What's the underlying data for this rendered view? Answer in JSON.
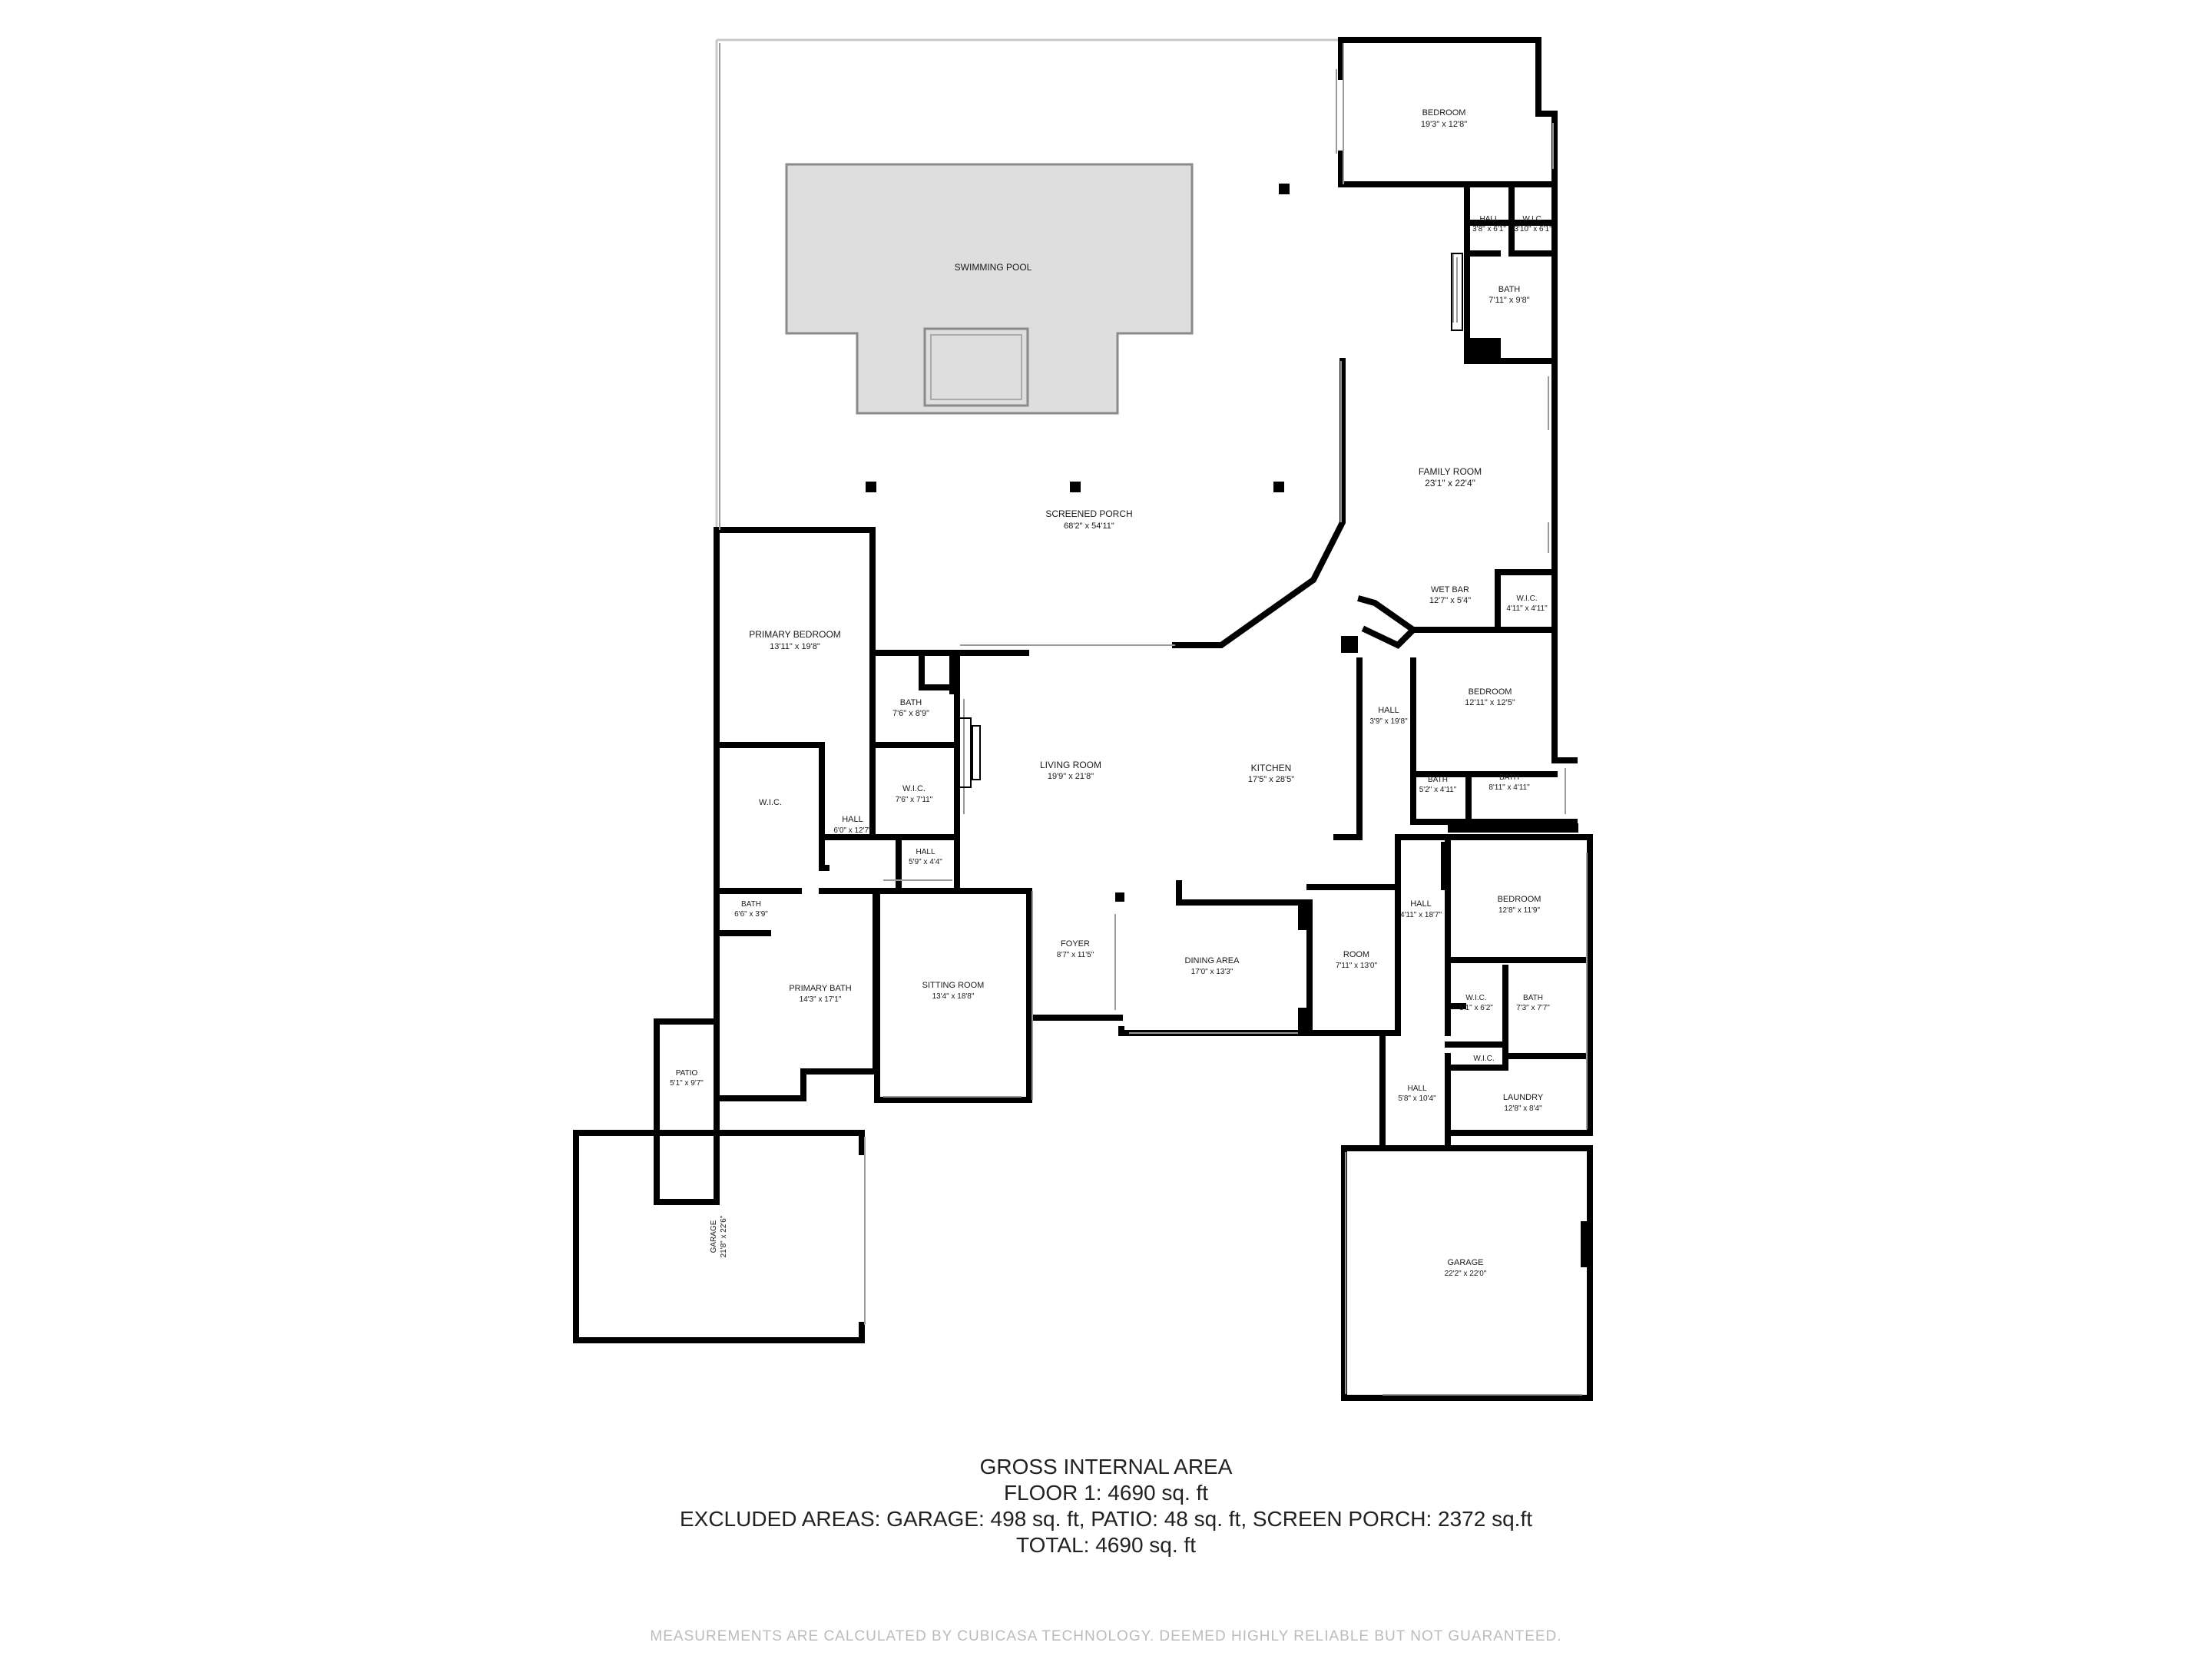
{
  "rooms": [
    {
      "id": "bedroom-ne",
      "name": "BEDROOM",
      "dims": "19'3\" x 12'8\""
    },
    {
      "id": "hall-ne",
      "name": "HALL",
      "dims": "3'8\" x 6'1\""
    },
    {
      "id": "wic-ne",
      "name": "W.I.C.",
      "dims": "3'10\" x 6'1\""
    },
    {
      "id": "bath-ne",
      "name": "BATH",
      "dims": "7'11\" x 9'8\""
    },
    {
      "id": "swimming-pool",
      "name": "SWIMMING POOL",
      "dims": ""
    },
    {
      "id": "family-room",
      "name": "FAMILY ROOM",
      "dims": "23'1\" x 22'4\""
    },
    {
      "id": "screened-porch",
      "name": "SCREENED PORCH",
      "dims": "68'2\" x 54'11\""
    },
    {
      "id": "wet-bar",
      "name": "WET BAR",
      "dims": "12'7\" x 5'4\""
    },
    {
      "id": "wic-wetbar",
      "name": "W.I.C.",
      "dims": "4'11\" x 4'11\""
    },
    {
      "id": "primary-bedroom",
      "name": "PRIMARY BEDROOM",
      "dims": "13'11\" x 19'8\""
    },
    {
      "id": "bath-primary-upper",
      "name": "BATH",
      "dims": "7'6\" x 8'9\""
    },
    {
      "id": "bedroom-east",
      "name": "BEDROOM",
      "dims": "12'11\" x 12'5\""
    },
    {
      "id": "hall-east",
      "name": "HALL",
      "dims": "3'9\" x 19'8\""
    },
    {
      "id": "living-room",
      "name": "LIVING ROOM",
      "dims": "19'9\" x 21'8\""
    },
    {
      "id": "kitchen",
      "name": "KITCHEN",
      "dims": "17'5\" x 28'5\""
    },
    {
      "id": "wic-west",
      "name": "W.I.C.",
      "dims": ""
    },
    {
      "id": "wic-center",
      "name": "W.I.C.",
      "dims": "7'6\" x 7'11\""
    },
    {
      "id": "hall-west",
      "name": "HALL",
      "dims": "6'0\" x 12'7\""
    },
    {
      "id": "bath-east-a",
      "name": "BATH",
      "dims": "5'2\" x 4'11\""
    },
    {
      "id": "bath-east-b",
      "name": "BATH",
      "dims": "8'11\" x 4'11\""
    },
    {
      "id": "hall-small",
      "name": "HALL",
      "dims": "5'9\" x 4'4\""
    },
    {
      "id": "bath-small",
      "name": "BATH",
      "dims": "6'6\" x 3'9\""
    },
    {
      "id": "bedroom-se",
      "name": "BEDROOM",
      "dims": "12'8\" x 11'9\""
    },
    {
      "id": "hall-se",
      "name": "HALL",
      "dims": "4'11\" x 18'7\""
    },
    {
      "id": "foyer",
      "name": "FOYER",
      "dims": "8'7\" x 11'5\""
    },
    {
      "id": "room",
      "name": "ROOM",
      "dims": "7'11\" x 13'0\""
    },
    {
      "id": "dining-area",
      "name": "DINING AREA",
      "dims": "17'0\" x 13'3\""
    },
    {
      "id": "primary-bath",
      "name": "PRIMARY BATH",
      "dims": "14'3\" x 17'1\""
    },
    {
      "id": "sitting-room",
      "name": "SITTING ROOM",
      "dims": "13'4\" x 18'8\""
    },
    {
      "id": "wic-se",
      "name": "W.I.C.",
      "dims": "5'1\" x 6'2\""
    },
    {
      "id": "bath-se",
      "name": "BATH",
      "dims": "7'3\" x 7'7\""
    },
    {
      "id": "wic-se-small",
      "name": "W.I.C.",
      "dims": ""
    },
    {
      "id": "patio",
      "name": "PATIO",
      "dims": "5'1\" x 9'7\""
    },
    {
      "id": "hall-south",
      "name": "HALL",
      "dims": "5'8\" x 10'4\""
    },
    {
      "id": "laundry",
      "name": "LAUNDRY",
      "dims": "12'8\" x 8'4\""
    },
    {
      "id": "garage-west",
      "name": "GARAGE",
      "dims": "21'8\" x 22'6\""
    },
    {
      "id": "garage-east",
      "name": "GARAGE",
      "dims": "22'2\" x 22'0\""
    }
  ],
  "summary": {
    "heading": "GROSS INTERNAL AREA",
    "floor": "FLOOR 1: 4690 sq. ft",
    "excluded": "EXCLUDED AREAS: GARAGE: 498 sq. ft, PATIO: 48 sq. ft, SCREEN PORCH: 2372 sq.ft",
    "total": "TOTAL: 4690 sq. ft"
  },
  "disclaimer": "MEASUREMENTS ARE CALCULATED BY CUBICASA TECHNOLOGY. DEEMED HIGHLY RELIABLE BUT NOT GUARANTEED.",
  "colors": {
    "wall": "#000000",
    "pool": "#dedede",
    "text": "#1a1a1a",
    "disclaimer": "#b8bcc2"
  }
}
